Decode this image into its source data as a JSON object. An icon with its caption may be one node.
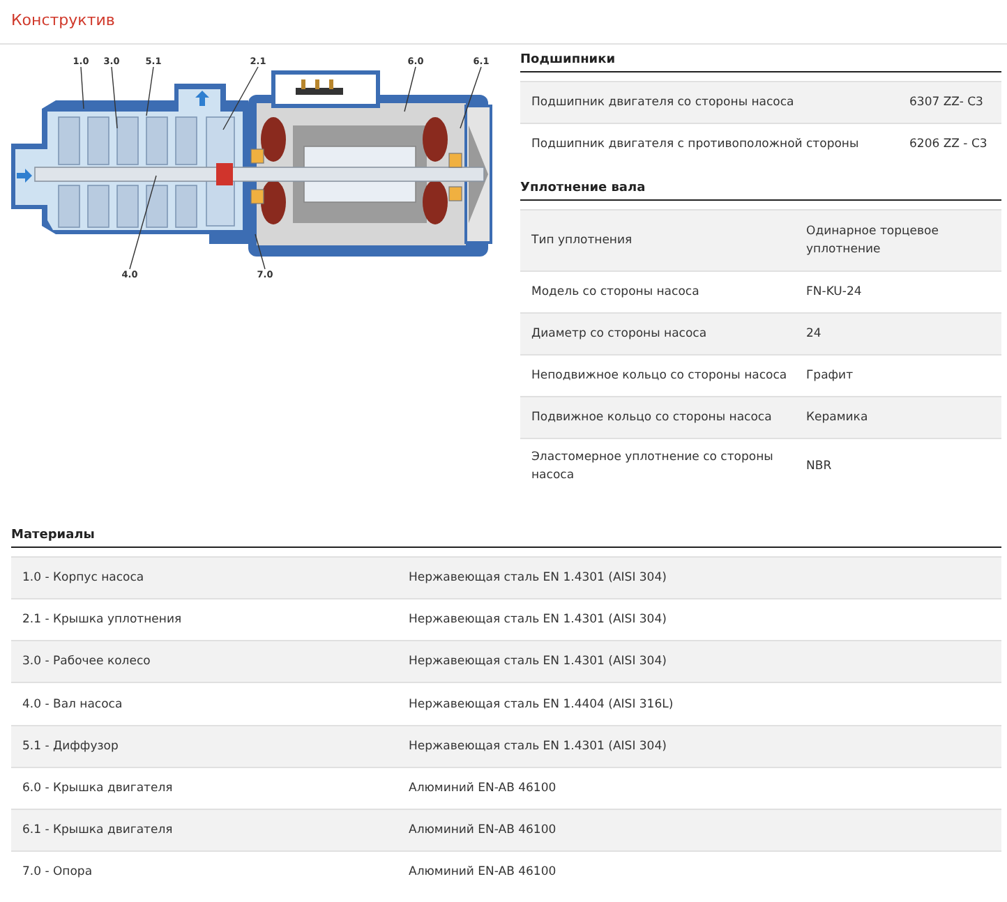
{
  "diagram": {
    "title": "Конструктив",
    "nodes": [
      {
        "text": [
          "1.0"
        ]
      },
      {
        "text": [
          "3.0"
        ]
      },
      {
        "text": [
          "5.1"
        ]
      },
      {
        "text": [
          "2.1"
        ]
      },
      {
        "text": [
          "6.0"
        ]
      },
      {
        "text": [
          "6.1"
        ]
      },
      {
        "text": [
          "4.0"
        ]
      },
      {
        "text": [
          "7.0"
        ]
      }
    ],
    "edges": [
      {
        "from": 0,
        "to": null,
        "arrow": "none"
      },
      {
        "from": 1,
        "to": null,
        "arrow": "none"
      },
      {
        "from": 2,
        "to": null,
        "arrow": "none"
      },
      {
        "from": 3,
        "to": null,
        "arrow": "none"
      },
      {
        "from": 4,
        "to": null,
        "arrow": "none"
      },
      {
        "from": 5,
        "to": null,
        "arrow": "none"
      },
      {
        "from": 6,
        "to": null,
        "arrow": "none"
      },
      {
        "from": 7,
        "to": null,
        "arrow": "none"
      }
    ],
    "labels": [
      "Подшипники",
      "Подшипник двигателя со стороны насоса",
      "6307 ZZ- C3",
      "Подшипник двигателя с противоположной стороны",
      "6206 ZZ - C3",
      "Уплотнение вала",
      "Тип уплотнения",
      "Одинарное торцевое уплотнение",
      "Модель со стороны насоса",
      "FN-KU-24",
      "Диаметр со стороны насоса",
      "24",
      "Неподвижное кольцо со стороны насоса",
      "Графит",
      "Подвижное кольцо со стороны насоса",
      "Керамика",
      "Эластомерное уплотнение со стороны насоса",
      "NBR",
      "Материалы",
      "1.0 - Корпус насоса",
      "Нержавеющая сталь EN 1.4301 (AISI 304)",
      "2.1 - Крышка уплотнения",
      "Нержавеющая сталь EN 1.4301 (AISI 304)",
      "3.0 - Рабочее колесо",
      "Нержавеющая сталь EN 1.4301 (AISI 304)",
      "4.0 - Вал насоса",
      "Нержавеющая сталь EN 1.4404 (AISI 316L)",
      "5.1 - Диффузор",
      "Нержавеющая сталь EN 1.4301 (AISI 304)",
      "6.0 - Крышка двигателя",
      "Алюминий EN-AB 46100",
      "6.1 - Крышка двигателя",
      "Алюминий EN-AB 46100",
      "7.0 - Опора",
      "Алюминий EN-AB 46100"
    ]
  }
}
